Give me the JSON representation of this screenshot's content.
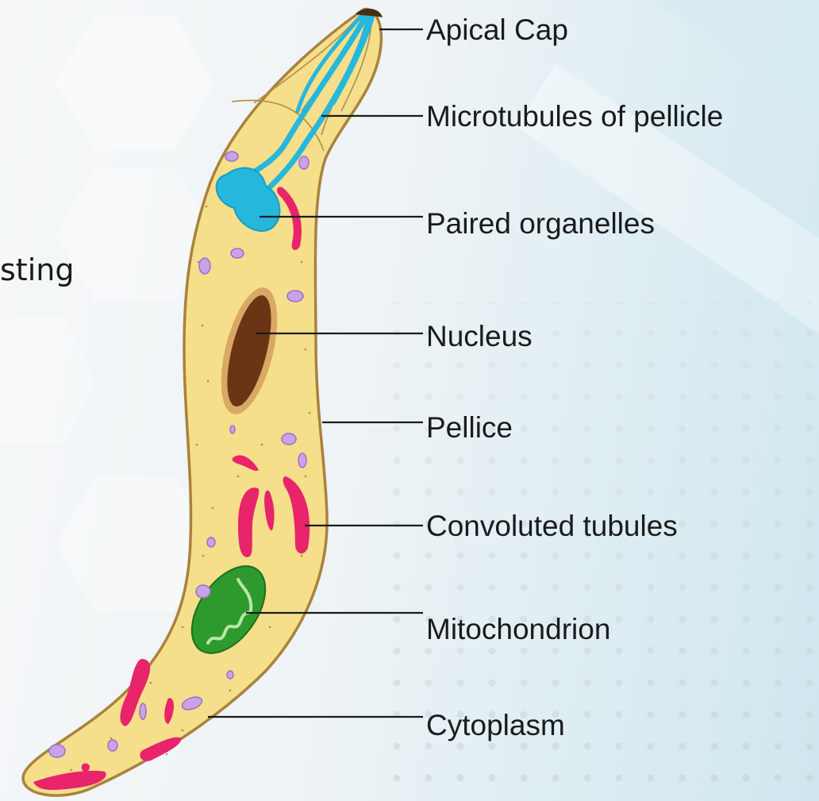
{
  "slide": {
    "partial_text": "sting"
  },
  "diagram": {
    "labels": {
      "apical_cap": "Apical Cap",
      "microtubules": "Microtubules of pellicle",
      "paired_organelles": "Paired organelles",
      "nucleus": "Nucleus",
      "pellice": "Pellice",
      "convoluted_tubules": "Convoluted tubules",
      "mitochondrion": "Mitochondrion",
      "cytoplasm": "Cytoplasm"
    },
    "colors": {
      "cell_body": "#f6df8a",
      "cell_outline": "#a9823f",
      "paired_organelles": "#26b7dc",
      "nucleus": "#6b3515",
      "nucleus_rim": "#d9a866",
      "mitochondrion": "#2e9a2e",
      "tubules": "#e8246a",
      "vesicles": "#c9a3e8",
      "apical_cap": "#4a2e12"
    }
  }
}
